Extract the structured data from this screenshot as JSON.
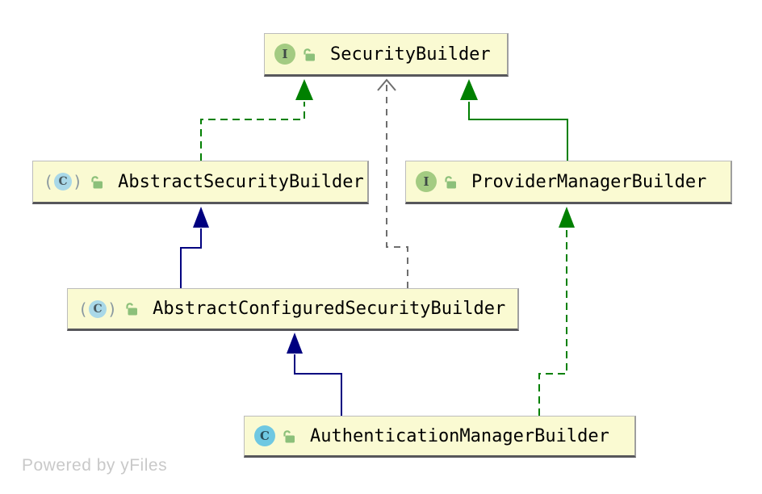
{
  "diagram": {
    "watermark": "Powered by yFiles",
    "colors": {
      "node_fill": "#fafad2",
      "node_border_light": "#bcbcbc",
      "node_border_side": "#9f9f9f",
      "node_border_dark": "#57575b",
      "extends_color": "#000080",
      "implements_color": "#008000",
      "dependency_color": "#6e6e6e",
      "interface_badge": "#a3cb82",
      "class_badge": "#6fc8e2",
      "abstract_badge": "#a9d8e8",
      "lock_color": "#8cc07a",
      "watermark_color": "#c9c9c9"
    },
    "icons": {
      "interface_letter": "I",
      "class_letter": "C",
      "abstract_paren_open": "(",
      "abstract_paren_close": ")",
      "visibility_icon": "open-lock-icon"
    },
    "nodes": [
      {
        "name": "SecurityBuilder",
        "stereotype": "interface",
        "icon_letter": "I"
      },
      {
        "name": "AbstractSecurityBuilder",
        "stereotype": "abstract-class",
        "icon_letter": "C"
      },
      {
        "name": "ProviderManagerBuilder",
        "stereotype": "interface",
        "icon_letter": "I"
      },
      {
        "name": "AbstractConfiguredSecurityBuilder",
        "stereotype": "abstract-class",
        "icon_letter": "C"
      },
      {
        "name": "AuthenticationManagerBuilder",
        "stereotype": "class",
        "icon_letter": "C"
      }
    ],
    "edges": [
      {
        "from": "AbstractSecurityBuilder",
        "to": "SecurityBuilder",
        "type": "implements",
        "line": "dashed",
        "color": "green",
        "arrowhead": "filled-triangle"
      },
      {
        "from": "AbstractConfiguredSecurityBuilder",
        "to": "SecurityBuilder",
        "type": "dependency",
        "line": "dashed",
        "color": "gray",
        "arrowhead": "open"
      },
      {
        "from": "ProviderManagerBuilder",
        "to": "SecurityBuilder",
        "type": "extends",
        "line": "solid",
        "color": "green",
        "arrowhead": "filled-triangle"
      },
      {
        "from": "AbstractConfiguredSecurityBuilder",
        "to": "AbstractSecurityBuilder",
        "type": "extends",
        "line": "solid",
        "color": "navy",
        "arrowhead": "filled-triangle"
      },
      {
        "from": "AuthenticationManagerBuilder",
        "to": "AbstractConfiguredSecurityBuilder",
        "type": "extends",
        "line": "solid",
        "color": "navy",
        "arrowhead": "filled-triangle"
      },
      {
        "from": "AuthenticationManagerBuilder",
        "to": "ProviderManagerBuilder",
        "type": "implements",
        "line": "dashed",
        "color": "green",
        "arrowhead": "filled-triangle"
      }
    ]
  }
}
